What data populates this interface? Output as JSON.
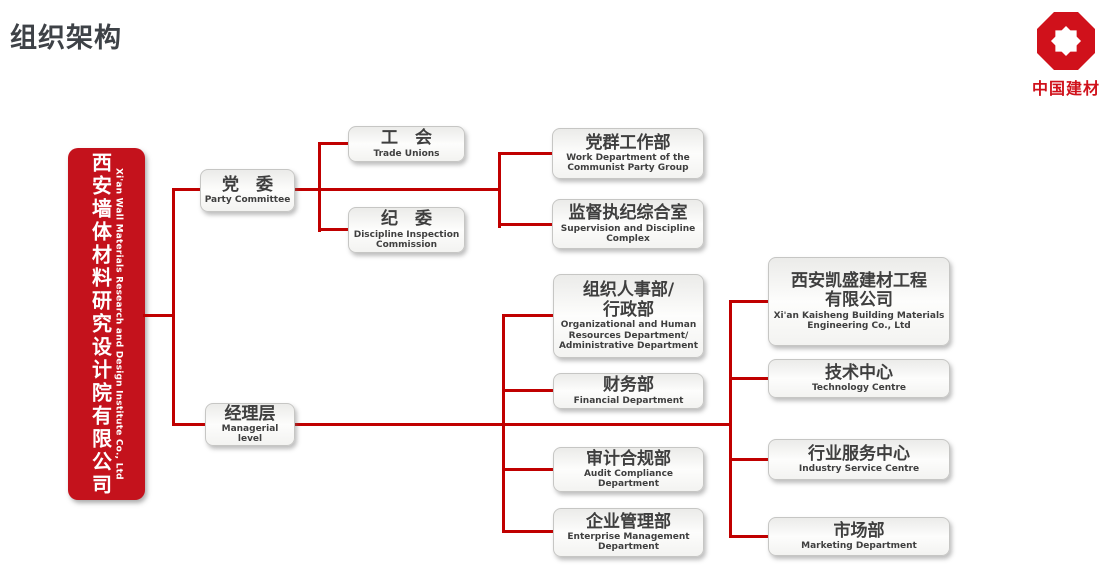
{
  "page": {
    "title": "组织架构"
  },
  "logo": {
    "text": "中国建材"
  },
  "colors": {
    "accent_red": "#c00000",
    "root_box_red": "#c4121c",
    "logo_red": "#d0111b",
    "box_text": "#3f3f3f"
  },
  "root": {
    "zh": "西安墙体材料研究设计院有限公司",
    "en": "Xi'an Wall Materials Research and Design Institute Co., Ltd"
  },
  "nodes": {
    "party_committee": {
      "zh": "党　委",
      "en": "Party Committee"
    },
    "trade_unions": {
      "zh": "工　会",
      "en": "Trade Unions"
    },
    "discipline_commission": {
      "zh": "纪　委",
      "en": "Discipline Inspection\nCommission"
    },
    "party_work_dept": {
      "zh": "党群工作部",
      "en": "Work Department of the\nCommunist Party Group"
    },
    "supervision_office": {
      "zh": "监督执纪综合室",
      "en": "Supervision and Discipline\nComplex"
    },
    "managerial_level": {
      "zh": "经理层",
      "en": "Managerial level"
    },
    "hr_admin_dept": {
      "zh": "组织人事部/\n行政部",
      "en": "Organizational and Human\nResources Department/\nAdministrative Department"
    },
    "financial_dept": {
      "zh": "财务部",
      "en": "Financial Department"
    },
    "audit_dept": {
      "zh": "审计合规部",
      "en": "Audit Compliance\nDepartment"
    },
    "enterprise_dept": {
      "zh": "企业管理部",
      "en": "Enterprise Management\nDepartment"
    },
    "kaisheng_company": {
      "zh": "西安凯盛建材工程\n有限公司",
      "en": "Xi'an Kaisheng Building Materials\nEngineering Co., Ltd"
    },
    "technology_centre": {
      "zh": "技术中心",
      "en": "Technology Centre"
    },
    "industry_service_centre": {
      "zh": "行业服务中心",
      "en": "Industry Service Centre"
    },
    "marketing_dept": {
      "zh": "市场部",
      "en": "Marketing Department"
    }
  }
}
